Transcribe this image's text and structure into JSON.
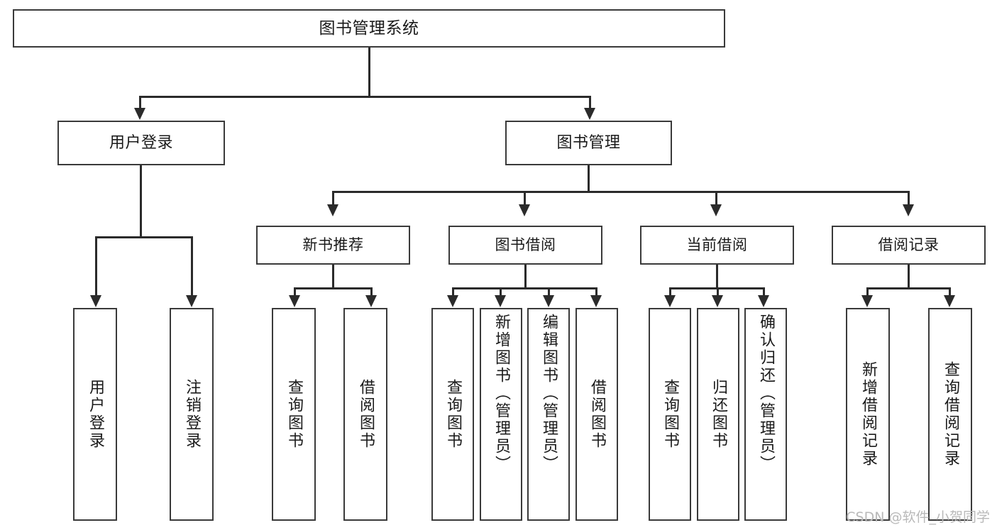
{
  "diagram": {
    "type": "tree-hierarchy",
    "title": "图书管理系统",
    "watermark": "CSDN @软件_小贺同学",
    "colors": {
      "background": "#ffffff",
      "box_border": "#3a3a3a",
      "connector": "#2b2b2b",
      "text": "#1a1a1a",
      "watermark": "#b9b9b9"
    },
    "root": {
      "label": "图书管理系统"
    },
    "level2": [
      {
        "label": "用户登录"
      },
      {
        "label": "图书管理"
      }
    ],
    "level3": [
      {
        "label": "新书推荐"
      },
      {
        "label": "图书借阅"
      },
      {
        "label": "当前借阅"
      },
      {
        "label": "借阅记录"
      }
    ],
    "leaves": {
      "user_login": [
        {
          "label": "用户登录"
        },
        {
          "label": "注销登录"
        }
      ],
      "new_book_recommend": [
        {
          "label": "查询图书"
        },
        {
          "label": "借阅图书"
        }
      ],
      "book_borrow": [
        {
          "label": "查询图书"
        },
        {
          "label": "新增图书（管理员）"
        },
        {
          "label": "编辑图书（管理员）"
        },
        {
          "label": "借阅图书"
        }
      ],
      "current_borrow": [
        {
          "label": "查询图书"
        },
        {
          "label": "归还图书"
        },
        {
          "label": "确认归还（管理员）"
        }
      ],
      "borrow_record": [
        {
          "label": "新增借阅记录"
        },
        {
          "label": "查询借阅记录"
        }
      ]
    }
  }
}
